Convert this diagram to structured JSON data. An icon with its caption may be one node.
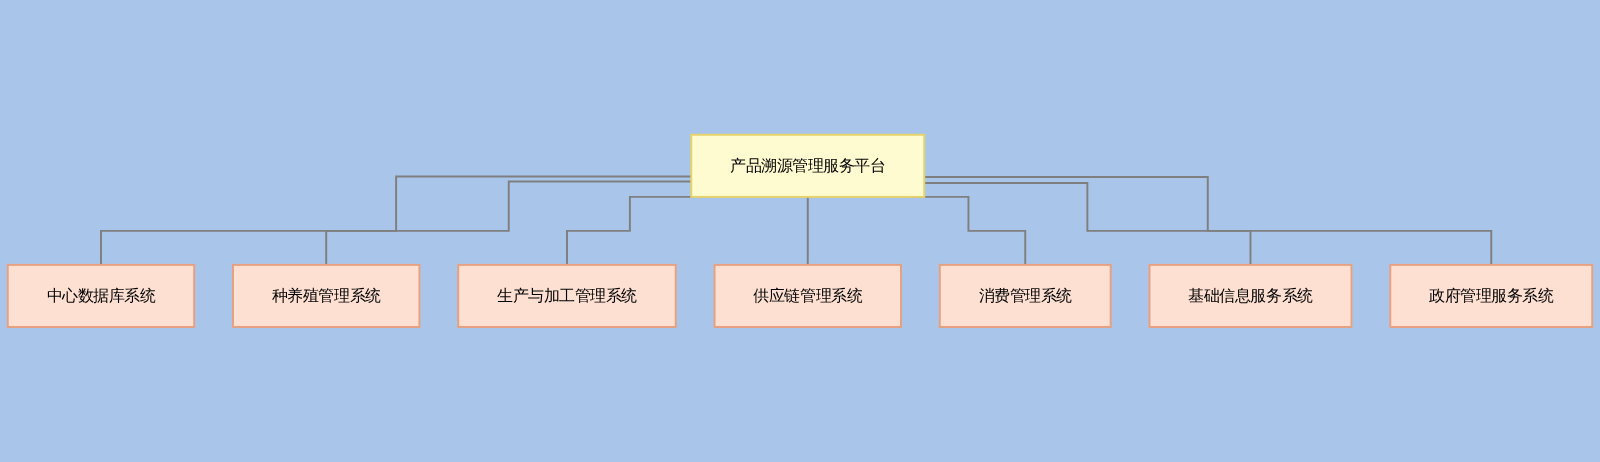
{
  "diagram": {
    "nodes": [
      {
        "text": [
          "产品溯源管理服务平台"
        ]
      },
      {
        "text": [
          "中心数据库系统"
        ]
      },
      {
        "text": [
          "种养殖管理系统"
        ]
      },
      {
        "text": [
          "生产与加工管理系统"
        ]
      },
      {
        "text": [
          "供应链管理系统"
        ]
      },
      {
        "text": [
          "消费管理系统"
        ]
      },
      {
        "text": [
          "基础信息服务系统"
        ]
      },
      {
        "text": [
          "政府管理服务系统"
        ]
      }
    ],
    "edges": [
      {
        "from": 0,
        "to": 1,
        "arrow": "none"
      },
      {
        "from": 0,
        "to": 2,
        "arrow": "none"
      },
      {
        "from": 0,
        "to": 3,
        "arrow": "none"
      },
      {
        "from": 0,
        "to": 4,
        "arrow": "none"
      },
      {
        "from": 0,
        "to": 5,
        "arrow": "none"
      },
      {
        "from": 0,
        "to": 6,
        "arrow": "none"
      },
      {
        "from": 0,
        "to": 7,
        "arrow": "none"
      }
    ]
  }
}
